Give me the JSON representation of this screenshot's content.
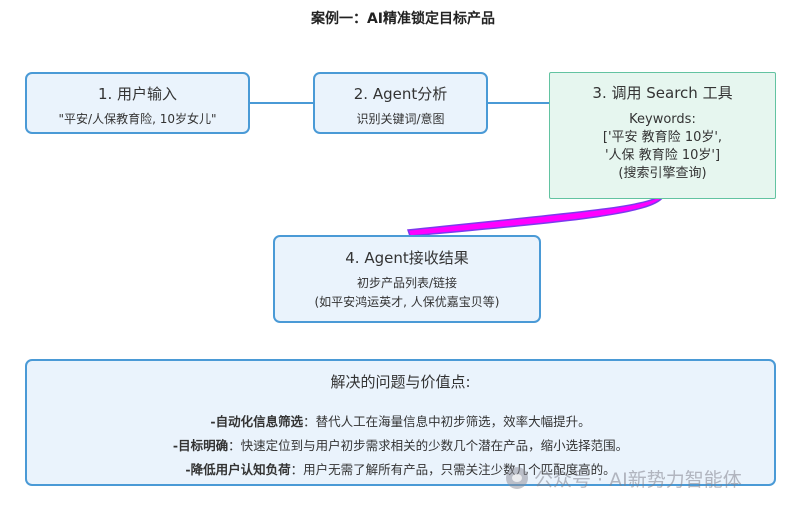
{
  "title": "案例一：AI精准锁定目标产品",
  "colors": {
    "node_fill": "#eaf3fc",
    "node_border": "#4a9ad6",
    "search_fill": "#e6f6ef",
    "search_border": "#62c3a1",
    "connector": "#4a9ad6",
    "highlight_connector": "#ff00ff"
  },
  "nodes": {
    "n1": {
      "title": "1. 用户输入",
      "lines": [
        "\"平安/人保教育险, 10岁女儿\""
      ]
    },
    "n2": {
      "title": "2. Agent分析",
      "lines": [
        "识别关键词/意图"
      ]
    },
    "n3": {
      "title": "3. 调用 Search 工具",
      "lines": [
        "Keywords:",
        "['平安 教育险 10岁',",
        "'人保 教育险 10岁']",
        "(搜索引擎查询)"
      ]
    },
    "n4": {
      "title": "4. Agent接收结果",
      "lines": [
        "初步产品列表/链接",
        "(如平安鸿运英才, 人保优嘉宝贝等)"
      ]
    }
  },
  "panel": {
    "heading": "解决的问题与价值点:",
    "items": [
      {
        "label": "-自动化信息筛选",
        "text": "：替代人工在海量信息中初步筛选，效率大幅提升。"
      },
      {
        "label": "-目标明确",
        "text": "：快速定位到与用户初步需求相关的少数几个潜在产品，缩小选择范围。"
      },
      {
        "label": "-降低用户认知负荷",
        "text": "：用户无需了解所有产品，只需关注少数几个匹配度高的。"
      }
    ]
  },
  "watermark": "公众号 · AI新势力智能体"
}
